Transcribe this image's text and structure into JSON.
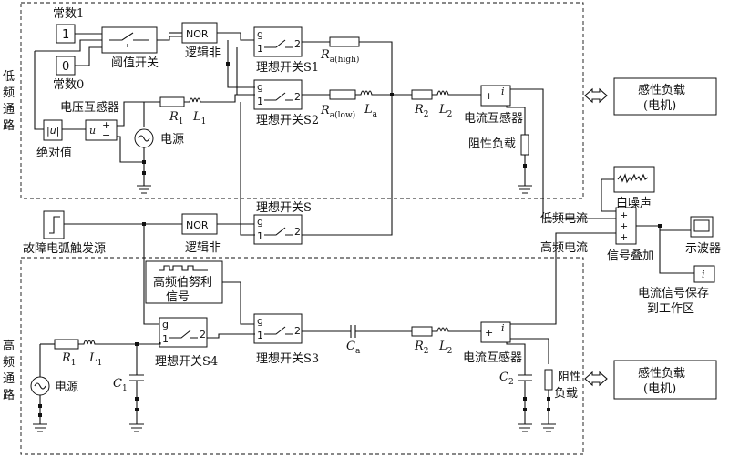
{
  "labels": {
    "const1": "常数1",
    "const0": "常数0",
    "const1_val": "1",
    "const0_val": "0",
    "threshold_switch": "阈值开关",
    "nor": "NOR",
    "logic_not": "逻辑非",
    "s1": "理想开关S1",
    "s2": "理想开关S2",
    "s": "理想开关S",
    "s3": "理想开关S3",
    "s4": "理想开关S4",
    "voltage_sensor": "电压互感器",
    "abs_sym": "|u|",
    "abs": "绝对值",
    "u": "u",
    "source": "电源",
    "current_sensor": "电流互感器",
    "resistive_load": "阻性负载",
    "resistive_load_a": "阻性",
    "resistive_load_b": "负载",
    "inductive_load_a": "感性负载",
    "inductive_load_b": "(电机)",
    "white_noise": "白噪声",
    "low_freq_current": "低频电流",
    "high_freq_current": "高频电流",
    "signal_sum": "信号叠加",
    "scope": "示波器",
    "workspace_a": "电流信号保存",
    "workspace_b": "到工作区",
    "i_sym": "i",
    "fault_source": "故障电弧触发源",
    "bernoulli_a": "高频伯努利",
    "bernoulli_b": "信号",
    "low_a": "低",
    "low_b": "频",
    "low_c": "通",
    "low_d": "路",
    "high_a": "高",
    "high_b": "频",
    "high_c": "通",
    "high_d": "路",
    "R1": "R",
    "R1_sub": "1",
    "L1": "L",
    "L1_sub": "1",
    "R2": "R",
    "R2_sub": "2",
    "L2": "L",
    "L2_sub": "2",
    "Ra_high": "R",
    "Ra_high_sub": "a(high)",
    "Ra_low": "R",
    "Ra_low_sub": "a(low)",
    "La": "L",
    "La_sub": "a",
    "Ca": "C",
    "Ca_sub": "a",
    "C1": "C",
    "C1_sub": "1",
    "C2": "C",
    "C2_sub": "2",
    "g": "g",
    "one": "1",
    "two": "2",
    "plus": "+",
    "minus": "−",
    "plus3": "+++"
  }
}
